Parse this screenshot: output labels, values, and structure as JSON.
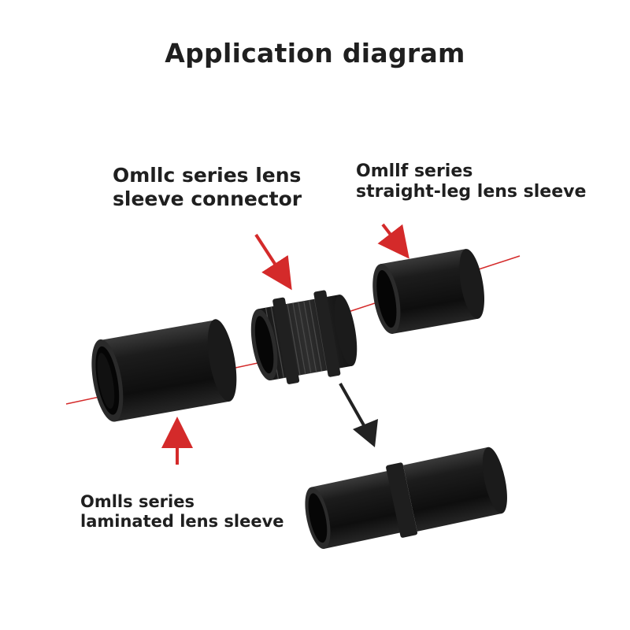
{
  "title": "Application diagram",
  "labels": {
    "connector": [
      "Omllc series lens",
      "sleeve connector"
    ],
    "straight": [
      "Omllf series",
      "straight-leg lens sleeve"
    ],
    "laminated": [
      "Omlls series",
      "laminated lens sleeve"
    ]
  },
  "colors": {
    "pointer_arrow": "#d42a2a",
    "optical_axis": "#d42a2a",
    "assembly_arrow": "#222222",
    "sleeve_body": "#1a1a1a"
  }
}
